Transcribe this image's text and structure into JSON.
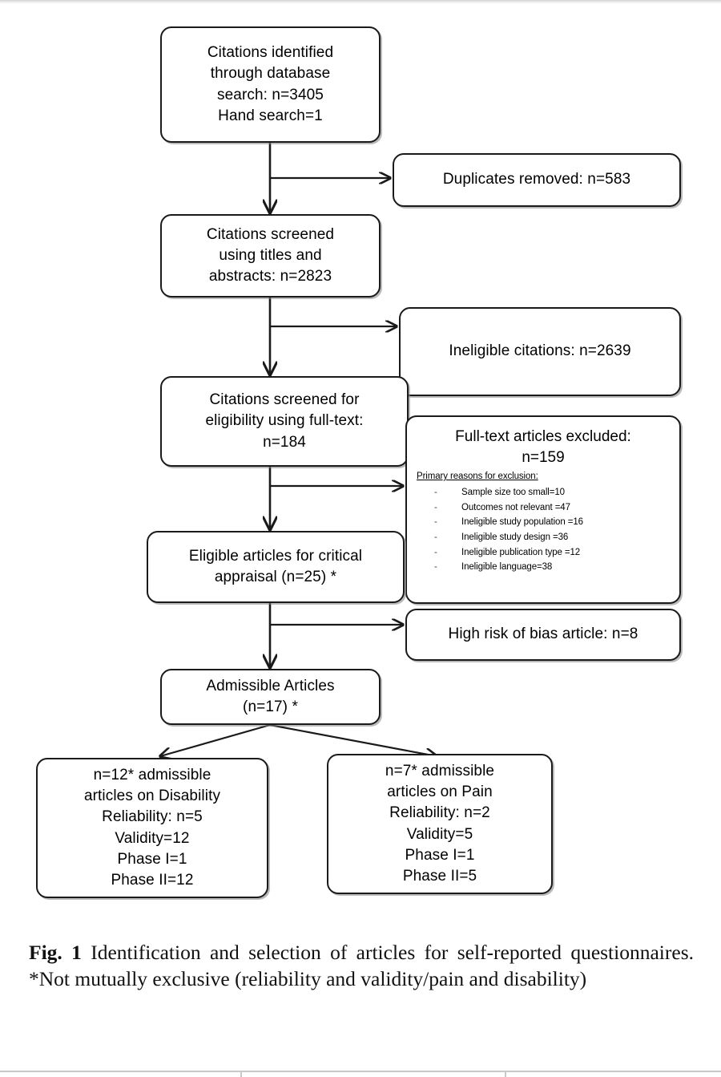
{
  "figure": {
    "label": "Fig. 1",
    "caption": "Identification and selection of articles for self-reported questionnaires. *Not mutually exclusive (reliability and validity/pain and disability)"
  },
  "chart_data": {
    "type": "diagram",
    "title": "PRISMA study selection flow diagram",
    "nodes": [
      {
        "id": "identified",
        "text": "Citations identified\nthrough database\nsearch: n=3405\nHand search=1"
      },
      {
        "id": "duplicates",
        "text": "Duplicates removed: n=583"
      },
      {
        "id": "screened_titles",
        "text": "Citations screened\nusing titles and\nabstracts: n=2823"
      },
      {
        "id": "ineligible_citations",
        "text": "Ineligible citations: n=2639"
      },
      {
        "id": "screened_fulltext",
        "text": "Citations screened for\neligibility using full-text:\nn=184"
      },
      {
        "id": "fulltext_excluded",
        "text": "Full-text articles excluded:\nn=159"
      },
      {
        "id": "eligible_critical",
        "text": "Eligible articles for critical\nappraisal (n=25) *"
      },
      {
        "id": "high_risk_bias",
        "text": "High risk of bias article: n=8"
      },
      {
        "id": "admissible",
        "text": "Admissible Articles\n(n=17) *"
      },
      {
        "id": "disability",
        "text": "n=12* admissible\narticles on Disability\nReliability: n=5\nValidity=12\nPhase I=1\nPhase II=12"
      },
      {
        "id": "pain",
        "text": "n=7* admissible\narticles on Pain\nReliability: n=2\nValidity=5\nPhase I=1\nPhase II=5"
      }
    ],
    "exclusion_reasons": {
      "heading": "Primary reasons for exclusion:",
      "items": [
        "Sample size too small=10",
        "Outcomes not relevant =47",
        "Ineligible study population =16",
        "Ineligible study design =36",
        "Ineligible publication type =12",
        "Ineligible language=38"
      ]
    },
    "counts": {
      "database_search": 3405,
      "hand_search": 1,
      "duplicates_removed": 583,
      "screened_titles_abstracts": 2823,
      "ineligible_citations": 2639,
      "screened_full_text": 184,
      "full_text_excluded": 159,
      "eligible_critical_appraisal": 25,
      "high_risk_of_bias": 8,
      "admissible_articles": 17,
      "disability_articles": 12,
      "pain_articles": 7
    },
    "edges": [
      {
        "from": "identified",
        "to": "duplicates"
      },
      {
        "from": "identified",
        "to": "screened_titles"
      },
      {
        "from": "screened_titles",
        "to": "ineligible_citations"
      },
      {
        "from": "screened_titles",
        "to": "screened_fulltext"
      },
      {
        "from": "screened_fulltext",
        "to": "fulltext_excluded"
      },
      {
        "from": "screened_fulltext",
        "to": "eligible_critical"
      },
      {
        "from": "eligible_critical",
        "to": "high_risk_bias"
      },
      {
        "from": "eligible_critical",
        "to": "admissible"
      },
      {
        "from": "admissible",
        "to": "disability"
      },
      {
        "from": "admissible",
        "to": "pain"
      }
    ],
    "colors": {
      "stroke": "#1a1a1a",
      "fill": "#ffffff",
      "text": "#000000"
    }
  }
}
